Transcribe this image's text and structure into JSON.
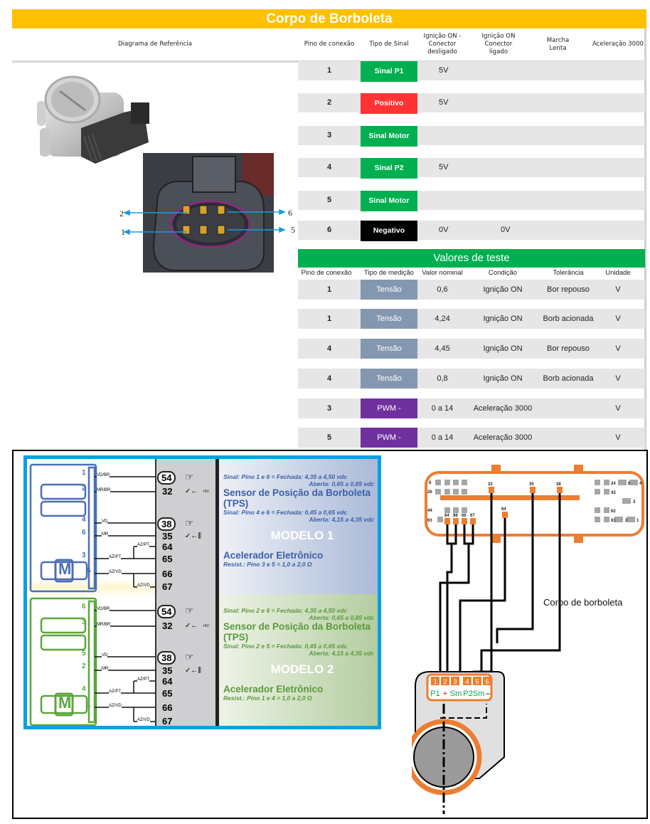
{
  "header": {
    "title": "Corpo de Borboleta",
    "columns": [
      "Diagrama de Referência",
      "Pino de conexão",
      "Tipo de Sinal",
      "Ignição ON - Conector desligado",
      "Ignição ON Conector ligado",
      "Marcha Lenta",
      "Aceleração 3000"
    ]
  },
  "reference_photo": {
    "pin_labels": [
      "2",
      "1",
      "6",
      "5"
    ]
  },
  "pinout": [
    {
      "pin": "1",
      "signal": "Sinal P1",
      "color": "#00b050",
      "ign_off": "5V",
      "ign_on": ""
    },
    {
      "pin": "2",
      "signal": "Positivo",
      "color": "#ff3333",
      "ign_off": "5V",
      "ign_on": ""
    },
    {
      "pin": "3",
      "signal": "Sinal Motor",
      "color": "#00b050",
      "ign_off": "",
      "ign_on": ""
    },
    {
      "pin": "4",
      "signal": "Sinal P2",
      "color": "#00b050",
      "ign_off": "5V",
      "ign_on": ""
    },
    {
      "pin": "5",
      "signal": "Sinal Motor",
      "color": "#00b050",
      "ign_off": "",
      "ign_on": ""
    },
    {
      "pin": "6",
      "signal": "Negativo",
      "color": "#000000",
      "ign_off": "0V",
      "ign_on": "0V"
    }
  ],
  "test_values": {
    "title": "Valores de teste",
    "columns": [
      "Pino de conexão",
      "Tipo de medição",
      "Valor nominal",
      "Condição",
      "Tolerância",
      "Unidade"
    ],
    "rows": [
      {
        "pin": "1",
        "type": "Tensão",
        "color": "#8497b0",
        "nominal": "0,6",
        "condition": "Ignição ON",
        "tolerance": "Bor repouso",
        "unit": "V"
      },
      {
        "pin": "1",
        "type": "Tensão",
        "color": "#8497b0",
        "nominal": "4,24",
        "condition": "Ignição ON",
        "tolerance": "Borb acionada",
        "unit": "V"
      },
      {
        "pin": "4",
        "type": "Tensão",
        "color": "#8497b0",
        "nominal": "4,45",
        "condition": "Ignição ON",
        "tolerance": "Bor repouso",
        "unit": "V"
      },
      {
        "pin": "4",
        "type": "Tensão",
        "color": "#8497b0",
        "nominal": "0,8",
        "condition": "Ignição ON",
        "tolerance": "Borb acionada",
        "unit": "V"
      },
      {
        "pin": "3",
        "type": "PWM -",
        "color": "#7030a0",
        "nominal": "0 a 14",
        "condition": "Aceleração 3000",
        "tolerance": "",
        "unit": "V"
      },
      {
        "pin": "5",
        "type": "PWM -",
        "color": "#7030a0",
        "nominal": "0 a 14",
        "condition": "Aceleração 3000",
        "tolerance": "",
        "unit": "V"
      }
    ]
  },
  "wiring": {
    "model1": {
      "pins": [
        "1",
        "2",
        "4",
        "6",
        "3",
        "5"
      ],
      "wires": [
        "VD/BR",
        "MR/BR",
        "VD",
        "MR",
        "AZ/PT",
        "AZ/PT",
        "AZ/VD",
        "AZ/VD"
      ],
      "ecu_pins": [
        "54",
        "32",
        "38",
        "35",
        "64",
        "65",
        "66",
        "67"
      ],
      "plus5v": "+5V",
      "sig1": "Sinal: Pino 1 e 6 = Fechada: 4,35 a 4,50 vdc",
      "sig1b": "Aberta: 0,65 a 0,85 vdc",
      "sensor": "Sensor de Posição da Borboleta (TPS)",
      "sig2": "Sinal: Pino 4 e 6 = Fechada: 0,45 a 0,65 vdc",
      "sig2b": "Aberta: 4,15 a 4,35 vdc",
      "model": "MODELO 1",
      "actuator": "Acelerador Eletrônico",
      "resist": "Resist.: Pino 3 e 5 = 1,0 a 2,0 Ω",
      "motor": "M"
    },
    "model2": {
      "pins": [
        "6",
        "3",
        "5",
        "2",
        "4",
        "1"
      ],
      "wires": [
        "VD/BR",
        "MR/BR",
        "VD",
        "MR",
        "AZ/PT",
        "AZ/PT",
        "AZ/VD",
        "AZ/VD"
      ],
      "ecu_pins": [
        "54",
        "32",
        "38",
        "35",
        "64",
        "65",
        "66",
        "67"
      ],
      "plus5v": "+5V",
      "sig1": "Sinal: Pino 2 e 6 = Fechada: 4,35 a 4,50 vdc",
      "sig1b": "Aberta: 0,65 a 0,85 vdc",
      "sensor": "Sensor de Posição da Borboleta (TPS)",
      "sig2": "Sinal: Pino 2 e 5 = Fechada: 0,45 a 0,65 vdc",
      "sig2b": "Aberta: 4,15 a 4,35 vdc",
      "model": "MODELO 2",
      "actuator": "Acelerador Eletrônico",
      "resist": "Resist.: Pino 1 e 4 = 1,0 a 2,0 Ω",
      "motor": "M"
    }
  },
  "ecu_connector": {
    "left_labels": [
      "8",
      "26",
      "44",
      "63"
    ],
    "active_pins": [
      "84",
      "86",
      "66",
      "67",
      "32",
      "64",
      "35",
      "38"
    ],
    "right_labels": [
      "24",
      "43",
      "62",
      "81",
      "6",
      "4",
      "3",
      "2",
      "1"
    ]
  },
  "throttle_connector": {
    "pins": [
      "1",
      "2",
      "3",
      "4",
      "5",
      "6"
    ],
    "symbols": [
      "P1",
      "+",
      "Sm",
      "P2",
      "Sm",
      "–"
    ],
    "caption": "Corpo de borboleta"
  }
}
